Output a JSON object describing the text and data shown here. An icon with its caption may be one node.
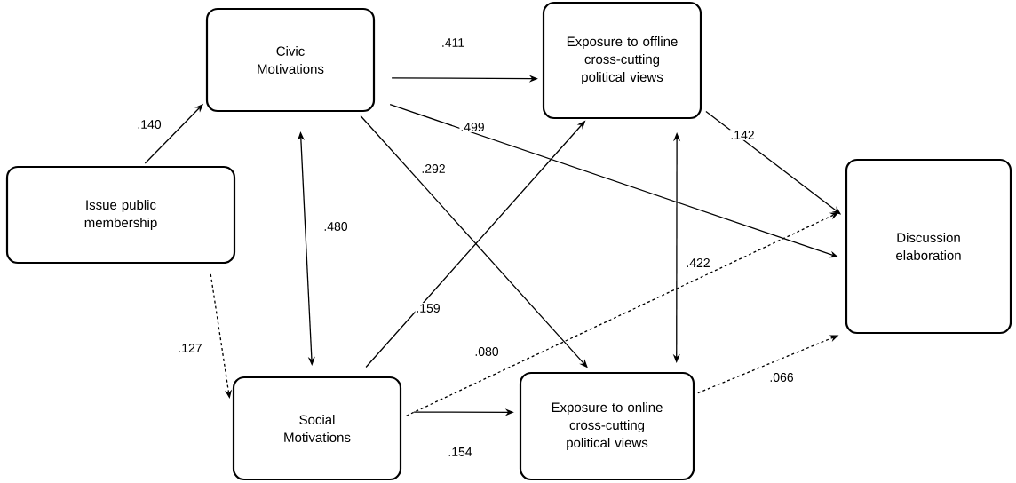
{
  "diagram": {
    "nodes": [
      {
        "text": [
          "Issue public membership"
        ]
      },
      {
        "text": [
          "Civic Motivations"
        ]
      },
      {
        "text": [
          "Exposure to offline cross-cutting political views"
        ]
      },
      {
        "text": [
          "Social Motivations"
        ]
      },
      {
        "text": [
          "Exposure to online cross-cutting political views"
        ]
      },
      {
        "text": [
          "Discussion elaboration"
        ]
      }
    ],
    "edges": [
      {
        "from": 0,
        "to": 1,
        "arrow": "to",
        "label": ".140"
      },
      {
        "from": 0,
        "to": 3,
        "arrow": "to",
        "label": ".127",
        "style": "dashed"
      },
      {
        "from": 1,
        "to": 2,
        "arrow": "to",
        "label": ".411"
      },
      {
        "from": 1,
        "to": 3,
        "arrow": "both",
        "label": ".480"
      },
      {
        "from": 1,
        "to": 5,
        "arrow": "to",
        "label": ".499"
      },
      {
        "from": 1,
        "to": 4,
        "arrow": "to",
        "label": ".292"
      },
      {
        "from": 3,
        "to": 2,
        "arrow": "to",
        "label": ".159"
      },
      {
        "from": 3,
        "to": 5,
        "arrow": "to",
        "label": ".080",
        "style": "dashed"
      },
      {
        "from": 3,
        "to": 4,
        "arrow": "to",
        "label": ".154"
      },
      {
        "from": 2,
        "to": 4,
        "arrow": "both",
        "label": ".422"
      },
      {
        "from": 2,
        "to": 5,
        "arrow": "to",
        "label": ".142"
      },
      {
        "from": 4,
        "to": 5,
        "arrow": "to",
        "label": ".066",
        "style": "dashed"
      }
    ]
  }
}
